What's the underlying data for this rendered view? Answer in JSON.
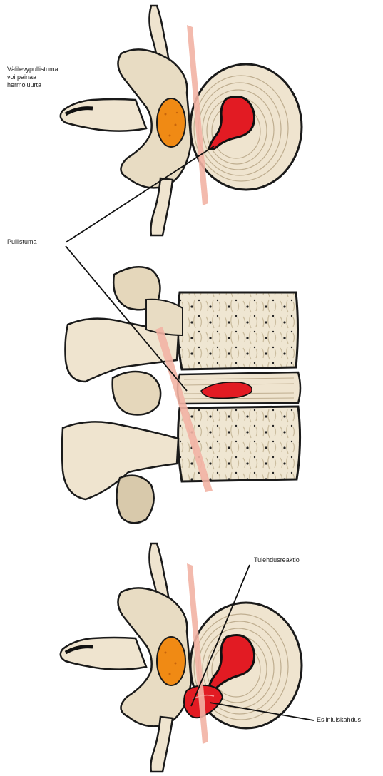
{
  "labels": {
    "bulge_pressure": "Välilevypullistuma\nvoi painaa\nhermojuurta",
    "bulge": "Pullistuma",
    "inflammation": "Tulehdusreaktio",
    "prolapse": "Esiinluiskahdus"
  },
  "colors": {
    "bone": "#efe4cf",
    "bone_shadow": "#b8a98e",
    "outline": "#1a1a1a",
    "disc_rings": "#d9cbb0",
    "nucleus": "#e21b23",
    "cord": "#f08a14",
    "nerve": "#f2b3a4",
    "background": "#ffffff"
  }
}
